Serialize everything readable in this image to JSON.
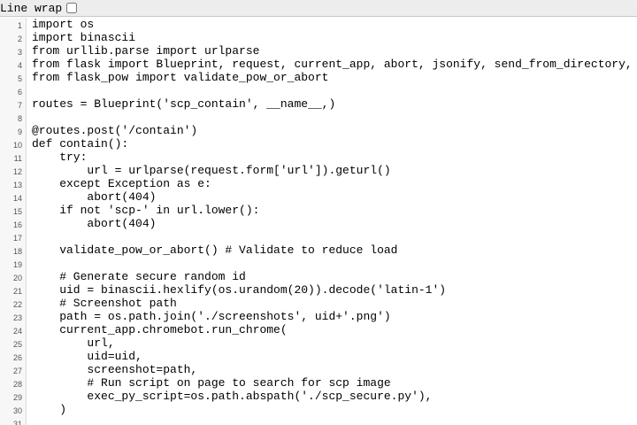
{
  "toolbar": {
    "line_wrap_label": "Line wrap",
    "line_wrap_checked": false
  },
  "editor": {
    "lines": [
      "import os",
      "import binascii",
      "from urllib.parse import urlparse",
      "from flask import Blueprint, request, current_app, abort, jsonify, send_from_directory,",
      "from flask_pow import validate_pow_or_abort",
      "",
      "routes = Blueprint('scp_contain', __name__,)",
      "",
      "@routes.post('/contain')",
      "def contain():",
      "    try:",
      "        url = urlparse(request.form['url']).geturl()",
      "    except Exception as e:",
      "        abort(404)",
      "    if not 'scp-' in url.lower():",
      "        abort(404)",
      "",
      "    validate_pow_or_abort() # Validate to reduce load",
      "",
      "    # Generate secure random id",
      "    uid = binascii.hexlify(os.urandom(20)).decode('latin-1')",
      "    # Screenshot path",
      "    path = os.path.join('./screenshots', uid+'.png')",
      "    current_app.chromebot.run_chrome(",
      "        url,",
      "        uid=uid,",
      "        screenshot=path,",
      "        # Run script on page to search for scp image",
      "        exec_py_script=os.path.abspath('./scp_secure.py'),",
      "    )",
      ""
    ]
  }
}
